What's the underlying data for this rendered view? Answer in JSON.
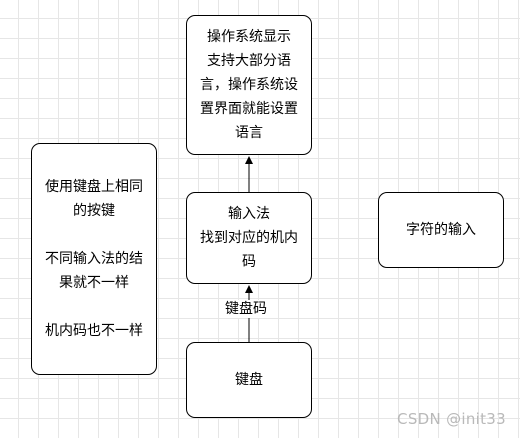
{
  "nodes": {
    "os": {
      "lines": [
        "操作系统显示",
        "支持大部分语",
        "言，操作系统设",
        "置界面就能设置",
        "语言"
      ]
    },
    "left_note": {
      "lines_a": [
        "使用键盘上相同",
        "的按键"
      ],
      "lines_b": [
        "不同输入法的结",
        "果就不一样"
      ],
      "line_c": "机内码也不一样"
    },
    "ime": {
      "lines": [
        "输入法",
        "找到对应的机内",
        "码"
      ]
    },
    "char_input": {
      "label": "字符的输入"
    },
    "keyboard": {
      "label": "键盘"
    }
  },
  "edges": {
    "keyboard_to_ime_label": "键盘码"
  },
  "watermark": "CSDN @init33"
}
